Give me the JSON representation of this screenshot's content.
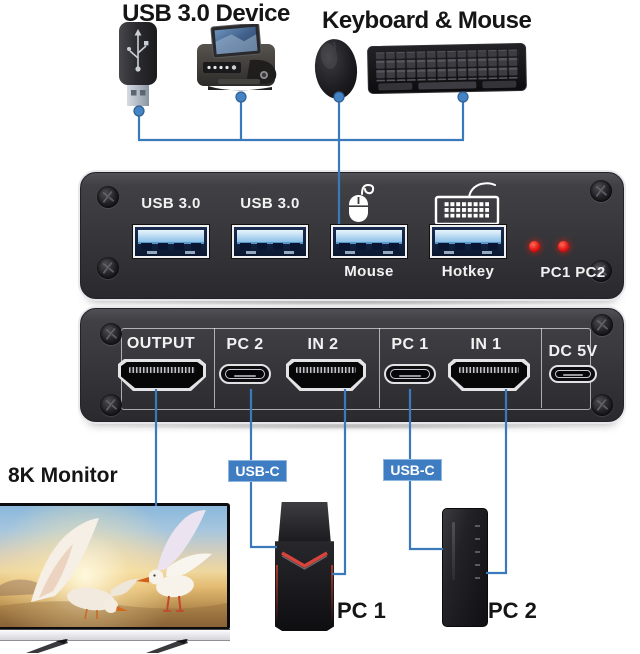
{
  "header": {
    "usb_device": "USB 3.0 Device",
    "keyboard_mouse": "Keyboard & Mouse"
  },
  "front_panel": {
    "usb_port_1": "USB 3.0",
    "usb_port_2": "USB 3.0",
    "mouse_port": "Mouse",
    "hotkey_port": "Hotkey",
    "led_1": "PC1",
    "led_2": "PC2"
  },
  "back_panel": {
    "output": "OUTPUT",
    "pc2_port": "PC 2",
    "in2_port": "IN 2",
    "pc1_port": "PC 1",
    "in1_port": "IN 1",
    "power": "DC 5V"
  },
  "bottom": {
    "monitor": "8K Monitor",
    "usbc_1": "USB-C",
    "usbc_2": "USB-C",
    "pc1": "PC 1",
    "pc2": "PC 2"
  },
  "colors": {
    "connector_blue": "#3a7abc",
    "connector_dot": "#4584c4",
    "usbc_badge_bg": "#3e7dc2",
    "led_red": "#e01010",
    "panel_dark": "#37373b",
    "usb_tongue_blue": "#8cc1e8"
  }
}
